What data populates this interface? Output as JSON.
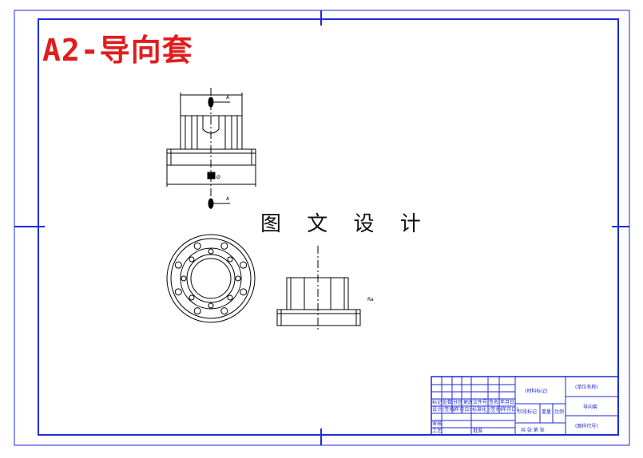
{
  "title_overlay": "A2-导向套",
  "watermark": "图 文 设 计",
  "colors": {
    "frame": "#1f2ad8",
    "title": "#e11d1d",
    "line": "#000000"
  },
  "drawing": {
    "section_mark": "A",
    "dim_mark": "Ø",
    "side_note": "Ra"
  },
  "title_block": {
    "material_mark": "(材料标记)",
    "unit_name": "(单位名称)",
    "part_name": "导向套",
    "drawing_no": "(图样代号)",
    "stage_mark": "阶段标记",
    "weight": "重量",
    "scale": "比例",
    "sheets": "共 张 第 张",
    "rev_headers": [
      "标记",
      "处数",
      "分区",
      "更改文件号",
      "签名",
      "年月日"
    ],
    "role_designer": "设计",
    "role_standard": "标准化",
    "role_audit": "审核",
    "role_process": "工艺",
    "role_approve": "批准",
    "sign": "(签名)",
    "date": "(年月日)"
  }
}
